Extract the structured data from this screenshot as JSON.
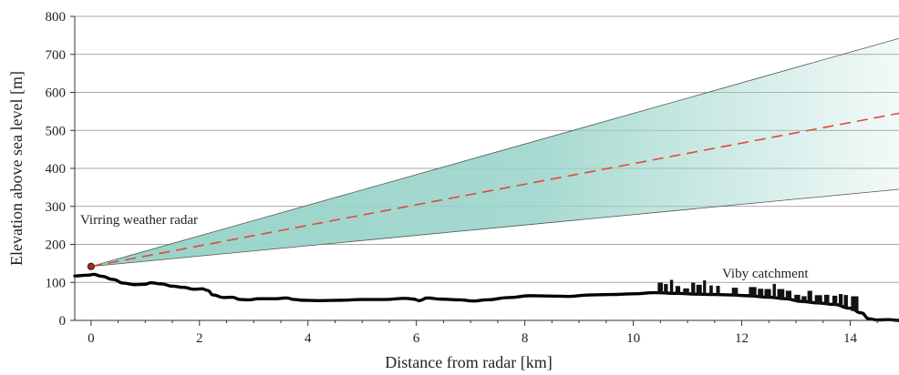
{
  "chart_data": {
    "type": "line",
    "title": "",
    "xlabel": "Distance from radar [km]",
    "ylabel": "Elevation above sea level [m]",
    "xlim": [
      -0.3,
      14.9
    ],
    "ylim": [
      0,
      800
    ],
    "x_ticks": [
      0,
      2,
      4,
      6,
      8,
      10,
      12,
      14
    ],
    "x_minor_step": 0.5,
    "y_ticks": [
      0,
      100,
      200,
      300,
      400,
      500,
      600,
      700,
      800
    ],
    "grid": "horizontal",
    "colors": {
      "beam_fill": "#97d3c8",
      "beam_edge": "#555555",
      "beam_center": "#e04a3a",
      "terrain": "#000000",
      "radar_marker": "#a0301e",
      "gridline": "#8a8a8a"
    },
    "series": [
      {
        "key": "beam_upper",
        "values": [
          [
            0,
            142
          ],
          [
            14.9,
            742
          ]
        ]
      },
      {
        "key": "beam_lower",
        "values": [
          [
            0,
            142
          ],
          [
            14.9,
            345
          ]
        ]
      },
      {
        "key": "beam_center",
        "values": [
          [
            0,
            142
          ],
          [
            14.9,
            545
          ]
        ]
      },
      {
        "key": "terrain",
        "values": [
          [
            -0.3,
            117
          ],
          [
            -0.05,
            119
          ],
          [
            0.05,
            121
          ],
          [
            0.2,
            116
          ],
          [
            0.4,
            108
          ],
          [
            0.6,
            98
          ],
          [
            0.8,
            94
          ],
          [
            1.0,
            95
          ],
          [
            1.1,
            99
          ],
          [
            1.3,
            96
          ],
          [
            1.5,
            90
          ],
          [
            1.7,
            87
          ],
          [
            1.9,
            82
          ],
          [
            2.05,
            83
          ],
          [
            2.15,
            79
          ],
          [
            2.25,
            67
          ],
          [
            2.45,
            60
          ],
          [
            2.6,
            61
          ],
          [
            2.75,
            55
          ],
          [
            2.9,
            54
          ],
          [
            3.1,
            57
          ],
          [
            3.4,
            57
          ],
          [
            3.6,
            59
          ],
          [
            3.75,
            55
          ],
          [
            3.9,
            53
          ],
          [
            4.2,
            52
          ],
          [
            4.6,
            53
          ],
          [
            5.0,
            55
          ],
          [
            5.4,
            55
          ],
          [
            5.8,
            58
          ],
          [
            5.95,
            56
          ],
          [
            6.05,
            52
          ],
          [
            6.2,
            59
          ],
          [
            6.45,
            56
          ],
          [
            6.8,
            54
          ],
          [
            7.05,
            51
          ],
          [
            7.3,
            54
          ],
          [
            7.7,
            60
          ],
          [
            8.1,
            65
          ],
          [
            8.5,
            64
          ],
          [
            8.8,
            63
          ],
          [
            9.2,
            67
          ],
          [
            9.6,
            68
          ],
          [
            10.0,
            70
          ],
          [
            10.4,
            73
          ],
          [
            10.8,
            71
          ],
          [
            11.2,
            69
          ],
          [
            11.5,
            68
          ],
          [
            11.8,
            67
          ],
          [
            12.1,
            65
          ],
          [
            12.5,
            61
          ],
          [
            12.8,
            57
          ],
          [
            13.1,
            50
          ],
          [
            13.4,
            46
          ],
          [
            13.7,
            42
          ],
          [
            14.0,
            32
          ],
          [
            14.2,
            20
          ],
          [
            14.35,
            4
          ],
          [
            14.5,
            1
          ],
          [
            14.7,
            2
          ],
          [
            14.9,
            0
          ]
        ]
      }
    ],
    "radar_point": [
      0,
      142
    ],
    "catchment_extent_km": [
      10.45,
      14.05
    ],
    "annotations": [
      {
        "key": "radar",
        "text": "Virring weather radar"
      },
      {
        "key": "catchment",
        "text": "Viby catchment"
      }
    ]
  }
}
